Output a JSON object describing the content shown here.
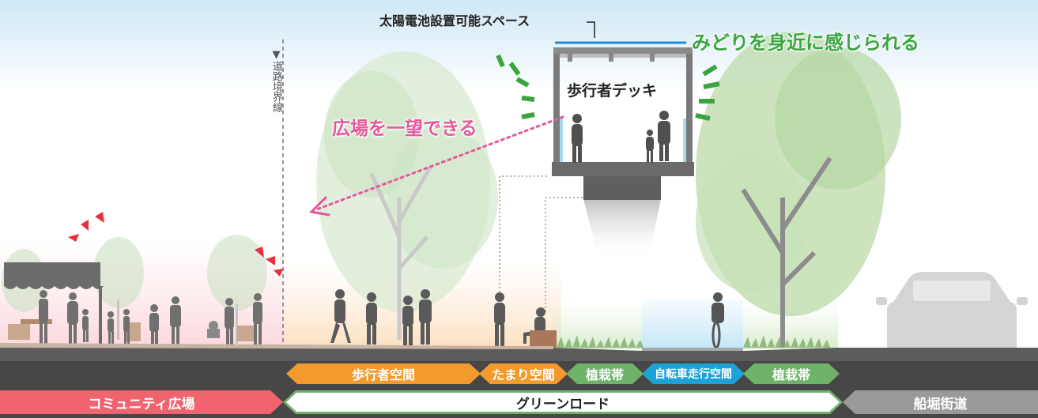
{
  "labels": {
    "solar_space": "太陽電池設置可能スペース",
    "pedestrian_deck": "歩行者デッキ",
    "feel_greenery": "みどりを身近に感じられる",
    "view_plaza": "広場を一望できる",
    "road_boundary": "▼道路境界線"
  },
  "zones_top": [
    {
      "label": "歩行者空間",
      "color": "#f29a2e"
    },
    {
      "label": "たまり空間",
      "color": "#f29a2e"
    },
    {
      "label": "植栽帯",
      "color": "#6fb36b"
    },
    {
      "label": "自転車走行空間",
      "color": "#1ba3d9"
    },
    {
      "label": "植栽帯",
      "color": "#6fb36b"
    }
  ],
  "zones_bottom": [
    {
      "label": "コミュニティ広場",
      "color": "#f06470"
    },
    {
      "label": "グリーンロード",
      "color": "#6fb36b"
    },
    {
      "label": "船堀街道",
      "color": "#9a9a9a"
    }
  ],
  "icons": [
    "umbrella-tent-icon",
    "car-icon",
    "cyclist-icon",
    "person-silhouette-icon",
    "tree-icon"
  ]
}
